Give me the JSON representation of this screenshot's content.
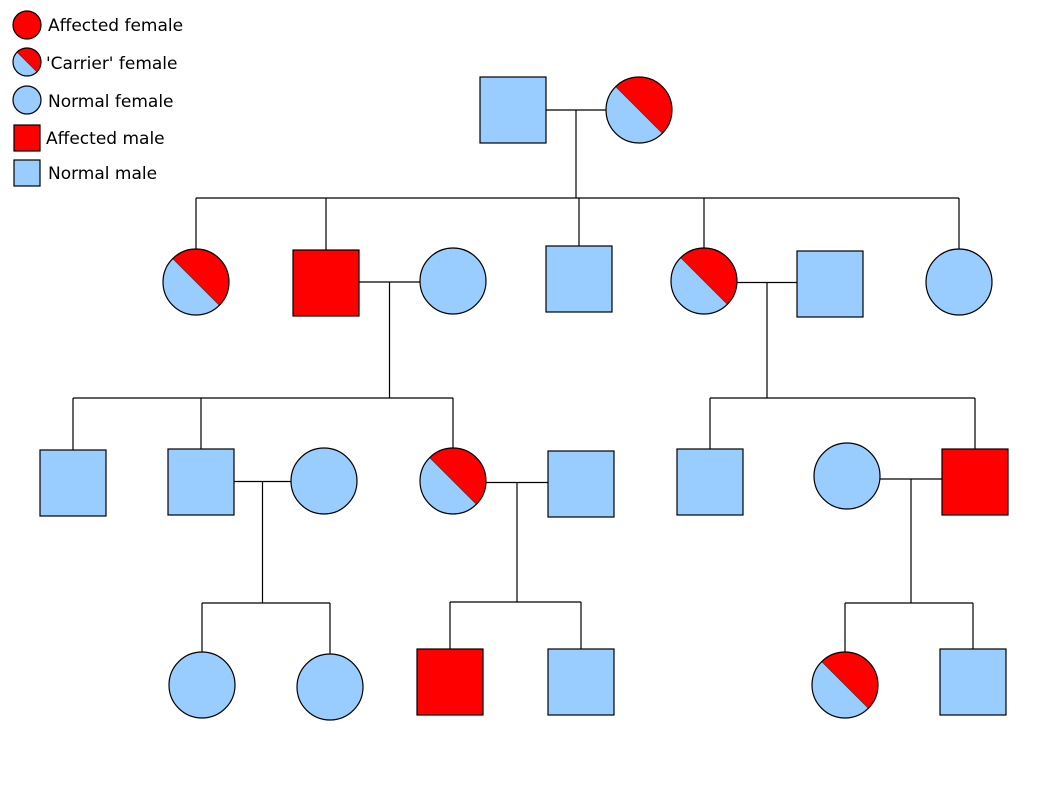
{
  "colors": {
    "affected": "#ff0000",
    "normal": "#99ccff",
    "outline": "#000000",
    "legend_outline": "#999999"
  },
  "legend": [
    {
      "label": "Affected female",
      "status": "affected",
      "sex": "female"
    },
    {
      "label": "'Carrier' female",
      "status": "carrier",
      "sex": "female"
    },
    {
      "label": "Normal female",
      "status": "normal",
      "sex": "female"
    },
    {
      "label": "Affected male",
      "status": "affected",
      "sex": "male"
    },
    {
      "label": "Normal male",
      "status": "normal",
      "sex": "male"
    }
  ],
  "pedigree": {
    "generations": [
      {
        "individuals": [
          {
            "id": "g1-m",
            "sex": "male",
            "status": "normal"
          },
          {
            "id": "g1-f",
            "sex": "female",
            "status": "carrier"
          }
        ]
      },
      {
        "individuals": [
          {
            "id": "g2-1",
            "sex": "female",
            "status": "carrier"
          },
          {
            "id": "g2-2",
            "sex": "male",
            "status": "affected"
          },
          {
            "id": "g2-2s",
            "sex": "female",
            "status": "normal",
            "spouse": true
          },
          {
            "id": "g2-3",
            "sex": "male",
            "status": "normal"
          },
          {
            "id": "g2-4",
            "sex": "female",
            "status": "carrier"
          },
          {
            "id": "g2-4s",
            "sex": "male",
            "status": "normal",
            "spouse": true
          },
          {
            "id": "g2-5",
            "sex": "female",
            "status": "normal"
          }
        ]
      },
      {
        "individuals": [
          {
            "id": "g3-1",
            "sex": "male",
            "status": "normal"
          },
          {
            "id": "g3-2",
            "sex": "male",
            "status": "normal"
          },
          {
            "id": "g3-2s",
            "sex": "female",
            "status": "normal",
            "spouse": true
          },
          {
            "id": "g3-3",
            "sex": "female",
            "status": "carrier"
          },
          {
            "id": "g3-3s",
            "sex": "male",
            "status": "normal",
            "spouse": true
          },
          {
            "id": "g3-4",
            "sex": "male",
            "status": "normal"
          },
          {
            "id": "g3-5s",
            "sex": "female",
            "status": "normal",
            "spouse": true
          },
          {
            "id": "g3-5",
            "sex": "male",
            "status": "affected"
          }
        ]
      },
      {
        "individuals": [
          {
            "id": "g4-1",
            "sex": "female",
            "status": "normal"
          },
          {
            "id": "g4-2",
            "sex": "female",
            "status": "normal"
          },
          {
            "id": "g4-3",
            "sex": "male",
            "status": "affected"
          },
          {
            "id": "g4-4",
            "sex": "male",
            "status": "normal"
          },
          {
            "id": "g4-5",
            "sex": "female",
            "status": "carrier"
          },
          {
            "id": "g4-6",
            "sex": "male",
            "status": "normal"
          }
        ]
      }
    ],
    "couples": [
      {
        "partners": [
          "g1-m",
          "g1-f"
        ],
        "children": [
          "g2-1",
          "g2-2",
          "g2-3",
          "g2-4",
          "g2-5"
        ]
      },
      {
        "partners": [
          "g2-2",
          "g2-2s"
        ],
        "children": [
          "g3-1",
          "g3-2",
          "g3-3"
        ]
      },
      {
        "partners": [
          "g2-4",
          "g2-4s"
        ],
        "children": [
          "g3-4",
          "g3-5"
        ]
      },
      {
        "partners": [
          "g3-2",
          "g3-2s"
        ],
        "children": [
          "g4-1",
          "g4-2"
        ]
      },
      {
        "partners": [
          "g3-3",
          "g3-3s"
        ],
        "children": [
          "g4-3",
          "g4-4"
        ]
      },
      {
        "partners": [
          "g3-5s",
          "g3-5"
        ],
        "children": [
          "g4-5",
          "g4-6"
        ]
      }
    ]
  }
}
